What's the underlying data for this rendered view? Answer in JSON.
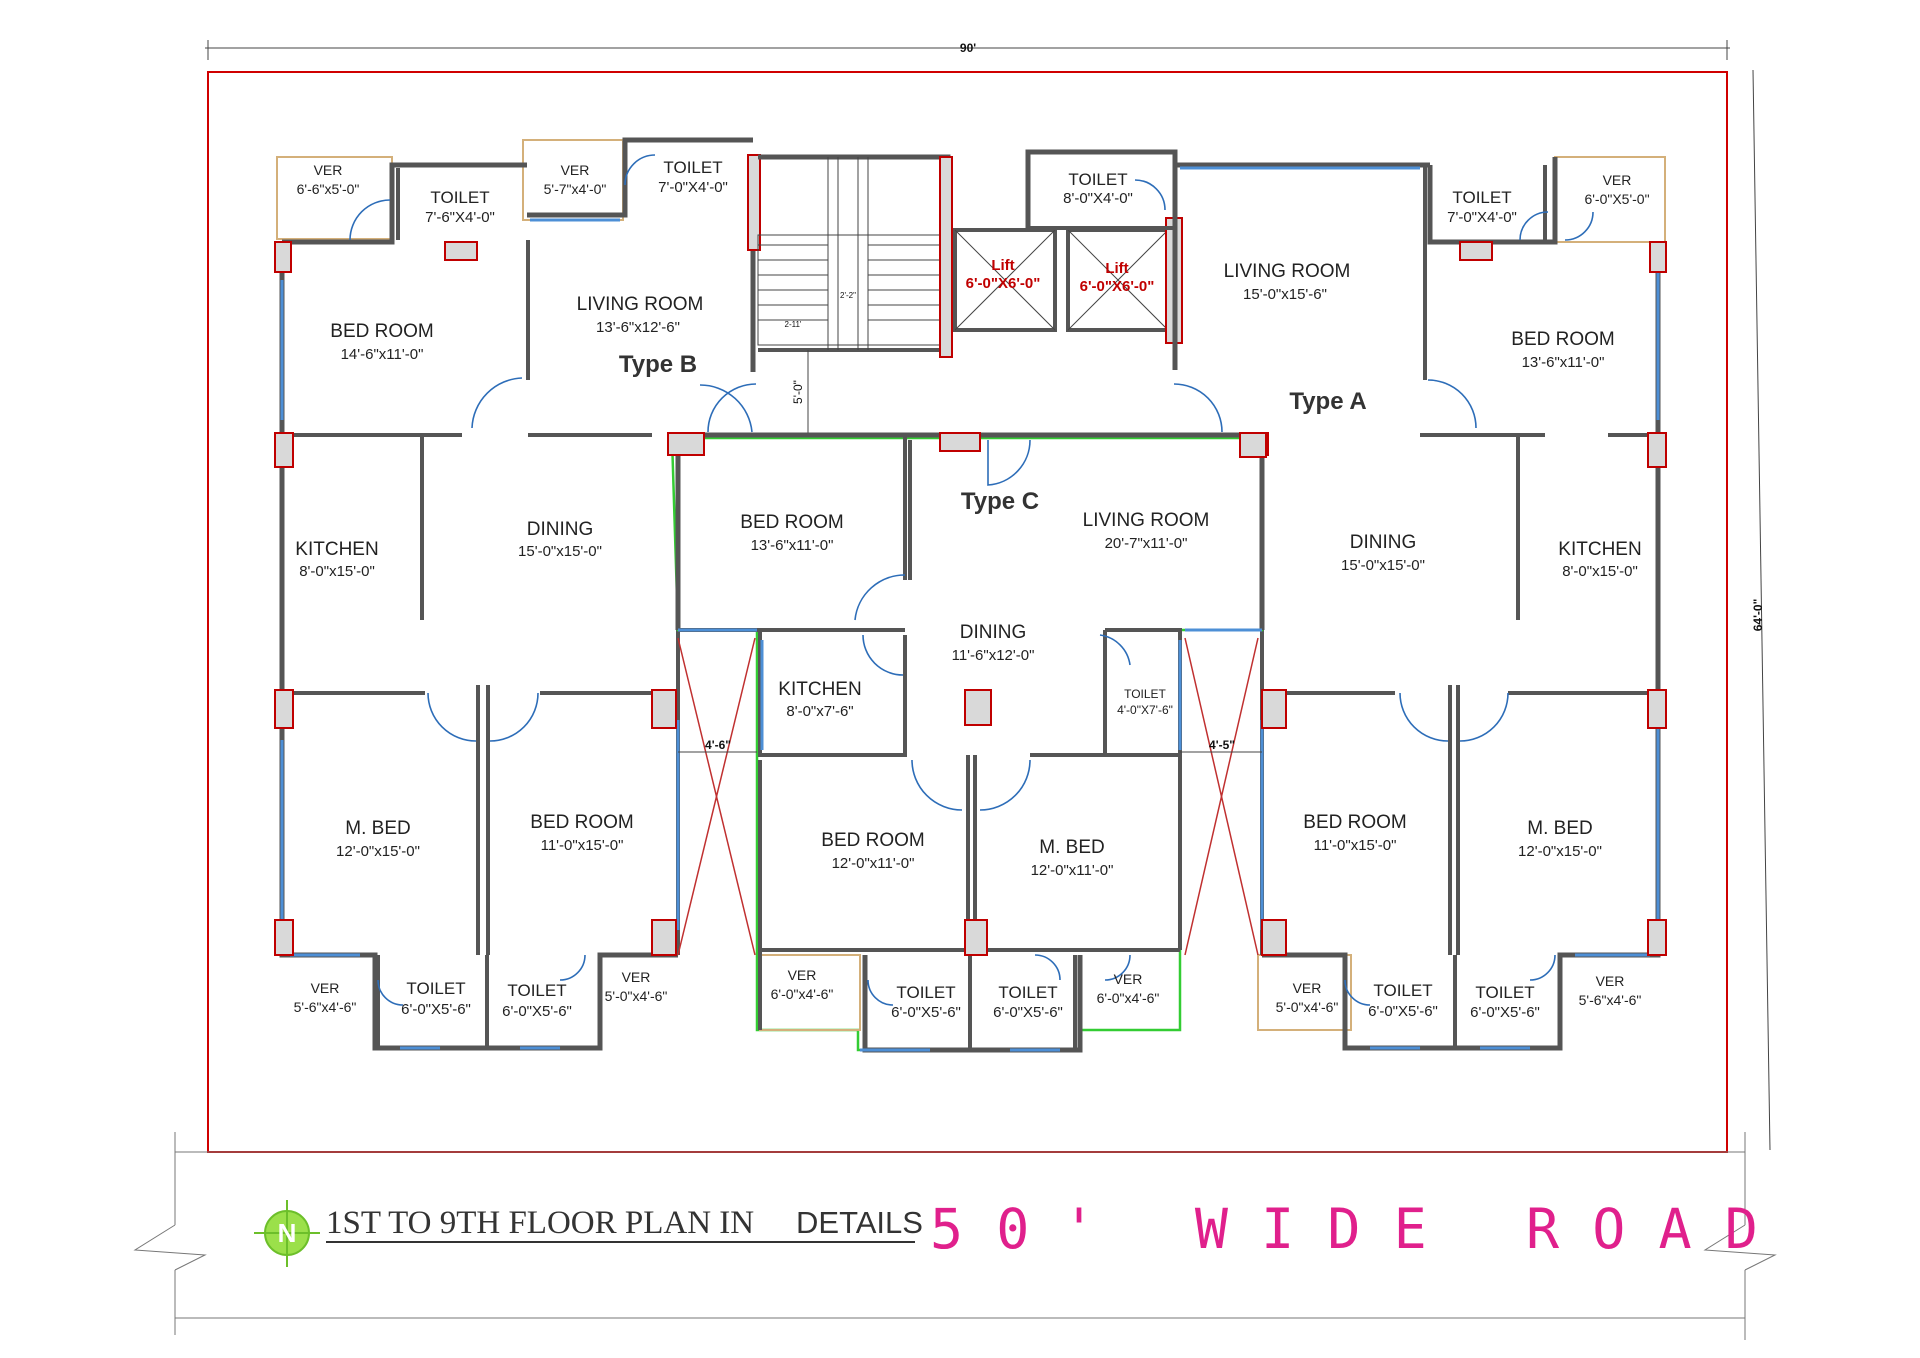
{
  "overall": {
    "width_dim": "90'",
    "depth_dim": "64'-0\""
  },
  "types": {
    "a": "Type A",
    "b": "Type B",
    "c": "Type C"
  },
  "rooms": {
    "b_ver_top": {
      "name": "VER",
      "dim": "6'-6\"x5'-0\""
    },
    "b_toilet_top": {
      "name": "TOILET",
      "dim": "7'-6\"X4'-0\""
    },
    "b_ver_top2": {
      "name": "VER",
      "dim": "5'-7\"x4'-0\""
    },
    "b_toilet_top2": {
      "name": "TOILET",
      "dim": "7'-0\"X4'-0\""
    },
    "b_bed": {
      "name": "BED ROOM",
      "dim": "14'-6\"x11'-0\""
    },
    "b_living": {
      "name": "LIVING ROOM",
      "dim": "13'-6\"x12'-6\""
    },
    "b_kitchen": {
      "name": "KITCHEN",
      "dim": "8'-0\"x15'-0\""
    },
    "b_dining": {
      "name": "DINING",
      "dim": "15'-0\"x15'-0\""
    },
    "b_mbed": {
      "name": "M. BED",
      "dim": "12'-0\"x15'-0\""
    },
    "b_bed2": {
      "name": "BED ROOM",
      "dim": "11'-0\"x15'-0\""
    },
    "b_ver_bl": {
      "name": "VER",
      "dim": "5'-6\"x4'-6\""
    },
    "b_toilet_b1": {
      "name": "TOILET",
      "dim": "6'-0\"X5'-6\""
    },
    "b_toilet_b2": {
      "name": "TOILET",
      "dim": "6'-0\"X5'-6\""
    },
    "b_ver_br": {
      "name": "VER",
      "dim": "5'-0\"x4'-6\""
    },
    "lift1": {
      "name": "Lift",
      "dim": "6'-0\"X6'-0\""
    },
    "lift2": {
      "name": "Lift",
      "dim": "6'-0\"X6'-0\""
    },
    "a_toilet_top": {
      "name": "TOILET",
      "dim": "8'-0\"X4'-0\""
    },
    "a_living": {
      "name": "LIVING ROOM",
      "dim": "15'-0\"x15'-6\""
    },
    "a_toilet_top2": {
      "name": "TOILET",
      "dim": "7'-0\"X4'-0\""
    },
    "a_ver_top": {
      "name": "VER",
      "dim": "6'-0\"X5'-0\""
    },
    "a_bed": {
      "name": "BED ROOM",
      "dim": "13'-6\"x11'-0\""
    },
    "a_dining": {
      "name": "DINING",
      "dim": "15'-0\"x15'-0\""
    },
    "a_kitchen": {
      "name": "KITCHEN",
      "dim": "8'-0\"x15'-0\""
    },
    "a_bed2": {
      "name": "BED ROOM",
      "dim": "11'-0\"x15'-0\""
    },
    "a_mbed": {
      "name": "M. BED",
      "dim": "12'-0\"x15'-0\""
    },
    "a_ver_bl": {
      "name": "VER",
      "dim": "5'-0\"x4'-6\""
    },
    "a_toilet_b1": {
      "name": "TOILET",
      "dim": "6'-0\"X5'-6\""
    },
    "a_toilet_b2": {
      "name": "TOILET",
      "dim": "6'-0\"X5'-6\""
    },
    "a_ver_br": {
      "name": "VER",
      "dim": "5'-6\"x4'-6\""
    },
    "c_bed": {
      "name": "BED ROOM",
      "dim": "13'-6\"x11'-0\""
    },
    "c_living": {
      "name": "LIVING ROOM",
      "dim": "20'-7\"x11'-0\""
    },
    "c_dining": {
      "name": "DINING",
      "dim": "11'-6\"x12'-0\""
    },
    "c_kitchen": {
      "name": "KITCHEN",
      "dim": "8'-0\"x7'-6\""
    },
    "c_toilet_small": {
      "name": "TOILET",
      "dim": "4'-0\"X7'-6\""
    },
    "c_bed2": {
      "name": "BED ROOM",
      "dim": "12'-0\"x11'-0\""
    },
    "c_mbed": {
      "name": "M. BED",
      "dim": "12'-0\"x11'-0\""
    },
    "c_ver_l": {
      "name": "VER",
      "dim": "6'-0\"x4'-6\""
    },
    "c_toilet_b1": {
      "name": "TOILET",
      "dim": "6'-0\"X5'-6\""
    },
    "c_toilet_b2": {
      "name": "TOILET",
      "dim": "6'-0\"X5'-6\""
    },
    "c_ver_r": {
      "name": "VER",
      "dim": "6'-0\"x4'-6\""
    }
  },
  "dims": {
    "stair_w": "2'-2\"",
    "stair_w2": "2-11'",
    "corridor": "5'-0\"",
    "gap_left": "4'-6\"",
    "gap_right": "4'-5\""
  },
  "footer": {
    "north": "N",
    "title_serif": "1ST TO 9TH FLOOR PLAN IN",
    "title_sans": "DETAILS",
    "road": "5 0 '   W I D E   R O A D"
  },
  "colors": {
    "boundary": "#d00000",
    "column": "#c00000",
    "window": "#4d8fd6",
    "type_c_outline": "#33cc33",
    "road_text": "#e0208c"
  }
}
